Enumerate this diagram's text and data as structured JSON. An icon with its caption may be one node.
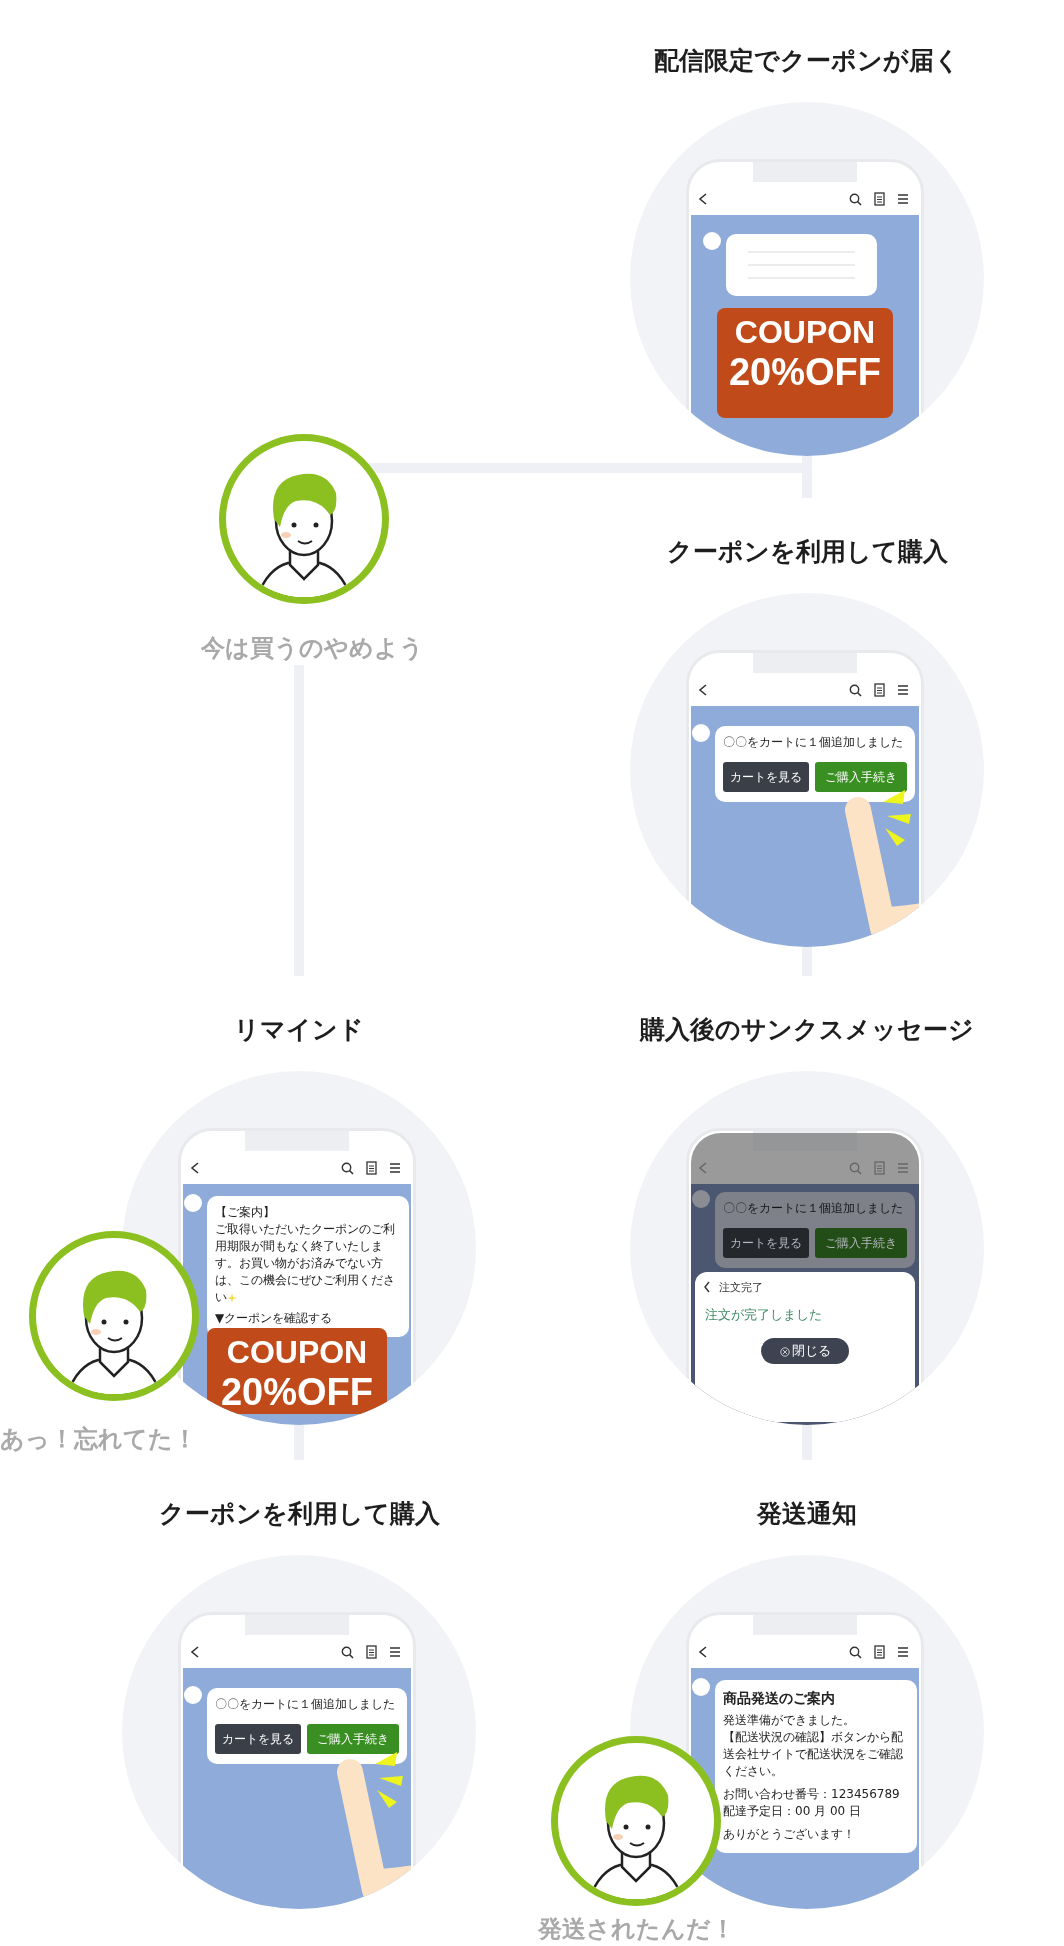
{
  "diagram": {
    "nodes": [
      {
        "text": [
          "配信限定でクーポンが届く"
        ]
      },
      {
        "text": [],
        "shape": "box",
        "in": 0
      },
      {
        "text": [
          "COUPON",
          "20%OFF"
        ],
        "in": 0
      },
      {
        "text": [],
        "shape": "person",
        "beside": [
          "今は買うのやめよう"
        ]
      },
      {
        "text": [
          "クーポンを利用して購入"
        ]
      },
      {
        "text": [
          "〇〇をカートに１個追加しました"
        ],
        "in": 4
      },
      {
        "text": [
          "カートを見る"
        ],
        "in": 5
      },
      {
        "text": [
          "ご購入手続き"
        ],
        "in": 5
      },
      {
        "text": [
          "リマインド"
        ]
      },
      {
        "text": [
          "【ご案内】",
          "ご取得いただいたクーポンのご利用期限が間もなく終了いたします。お買い物がお済みでない方は、この機会にぜひご利用ください",
          "▼クーポンを確認する"
        ],
        "in": 8
      },
      {
        "text": [
          "COUPON",
          "20%OFF"
        ],
        "in": 8
      },
      {
        "text": [],
        "shape": "person",
        "beside": [
          "あっ！忘れてた！"
        ]
      },
      {
        "text": [
          "購入後のサンクスメッセージ"
        ]
      },
      {
        "text": [
          "〇〇をカートに１個追加しました"
        ],
        "in": 12
      },
      {
        "text": [
          "カートを見る"
        ],
        "in": 13
      },
      {
        "text": [
          "ご購入手続き"
        ],
        "in": 13
      },
      {
        "text": [
          "注文完了",
          "注文が完了しました"
        ],
        "in": 12
      },
      {
        "text": [
          "閉じる"
        ],
        "in": 16
      },
      {
        "text": [
          "クーポンを利用して購入"
        ]
      },
      {
        "text": [
          "〇〇をカートに１個追加しました"
        ],
        "in": 18
      },
      {
        "text": [
          "カートを見る"
        ],
        "in": 19
      },
      {
        "text": [
          "ご購入手続き"
        ],
        "in": 19
      },
      {
        "text": [
          "発送通知"
        ]
      },
      {
        "text": [
          "商品発送のご案内",
          "発送準備ができました。",
          "【配送状況の確認】ボタンから配送会社サイトで配送状況をご確認ください。",
          "お問い合わせ番号：123456789",
          "配達予定日：00 月 00 日",
          "ありがとうございます！"
        ],
        "in": 22
      },
      {
        "text": [],
        "shape": "person",
        "beside": [
          "発送されたんだ！"
        ]
      }
    ],
    "edges": [
      {
        "from": 0,
        "to": 3,
        "arrow": "none"
      },
      {
        "from": 0,
        "to": 4,
        "arrow": "none"
      },
      {
        "from": 3,
        "to": 8,
        "arrow": "none"
      },
      {
        "from": 4,
        "to": 12,
        "arrow": "none"
      },
      {
        "from": 12,
        "to": 22,
        "arrow": "none"
      },
      {
        "from": 8,
        "to": 18,
        "arrow": "none"
      }
    ]
  }
}
